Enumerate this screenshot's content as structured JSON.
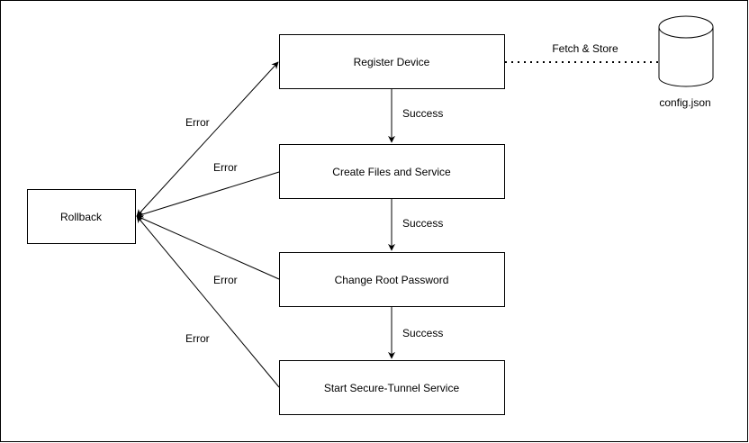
{
  "colors": {
    "stroke": "#000000",
    "fill": "#ffffff",
    "text": "#000000"
  },
  "nodes": {
    "register": "Register Device",
    "create": "Create Files and Service",
    "change": "Change Root Password",
    "start": "Start Secure-Tunnel Service",
    "rollback": "Rollback",
    "config": "config.json"
  },
  "edges": {
    "success_1": "Success",
    "success_2": "Success",
    "success_3": "Success",
    "error_1": "Error",
    "error_2": "Error",
    "error_3": "Error",
    "error_4": "Error",
    "fetch_store": "Fetch & Store"
  }
}
